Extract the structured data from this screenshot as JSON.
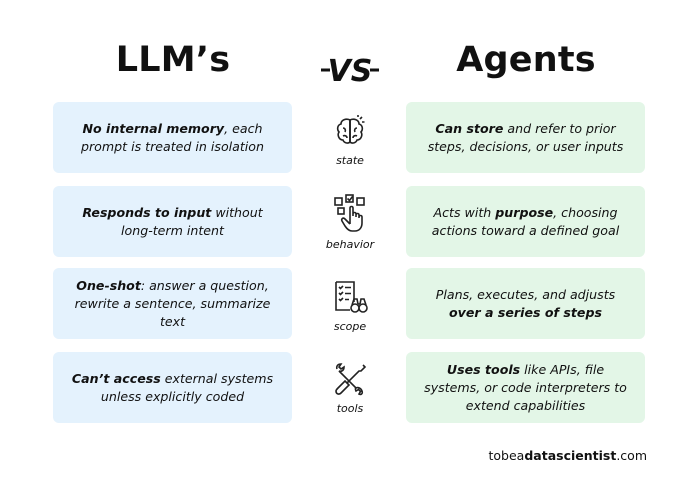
{
  "header": {
    "left_title": "LLM’s",
    "vs": "VS",
    "right_title": "Agents"
  },
  "rows": [
    {
      "llm": {
        "bold": "No internal memory",
        "rest": ", each prompt is treated in isolation"
      },
      "icon": "brain-icon",
      "label": "state",
      "agent": {
        "bold": "Can store",
        "rest": " and refer to prior steps, decisions, or user inputs"
      }
    },
    {
      "llm": {
        "bold": "Responds to input",
        "rest": " without long-term intent"
      },
      "icon": "hand-pointer-icon",
      "label": "behavior",
      "agent": {
        "pre": "Acts with ",
        "bold": "purpose",
        "rest": ", choosing actions toward a defined goal"
      }
    },
    {
      "llm": {
        "bold": "One-shot",
        "rest": ": answer a question, rewrite a sentence, summarize text"
      },
      "icon": "checklist-binoculars-icon",
      "label": "scope",
      "agent": {
        "pre": "Plans, executes, and adjusts ",
        "bold": "over a series of steps"
      }
    },
    {
      "llm": {
        "bold": "Can’t access",
        "rest": " external systems unless explicitly coded"
      },
      "icon": "wrench-screwdriver-icon",
      "label": "tools",
      "agent": {
        "bold": "Uses tools",
        "rest": " like APIs, file systems, or code interpreters to extend capabilities"
      }
    }
  ],
  "footer": {
    "pre": "tobea",
    "bold": "datascientist",
    "post": ".com"
  }
}
